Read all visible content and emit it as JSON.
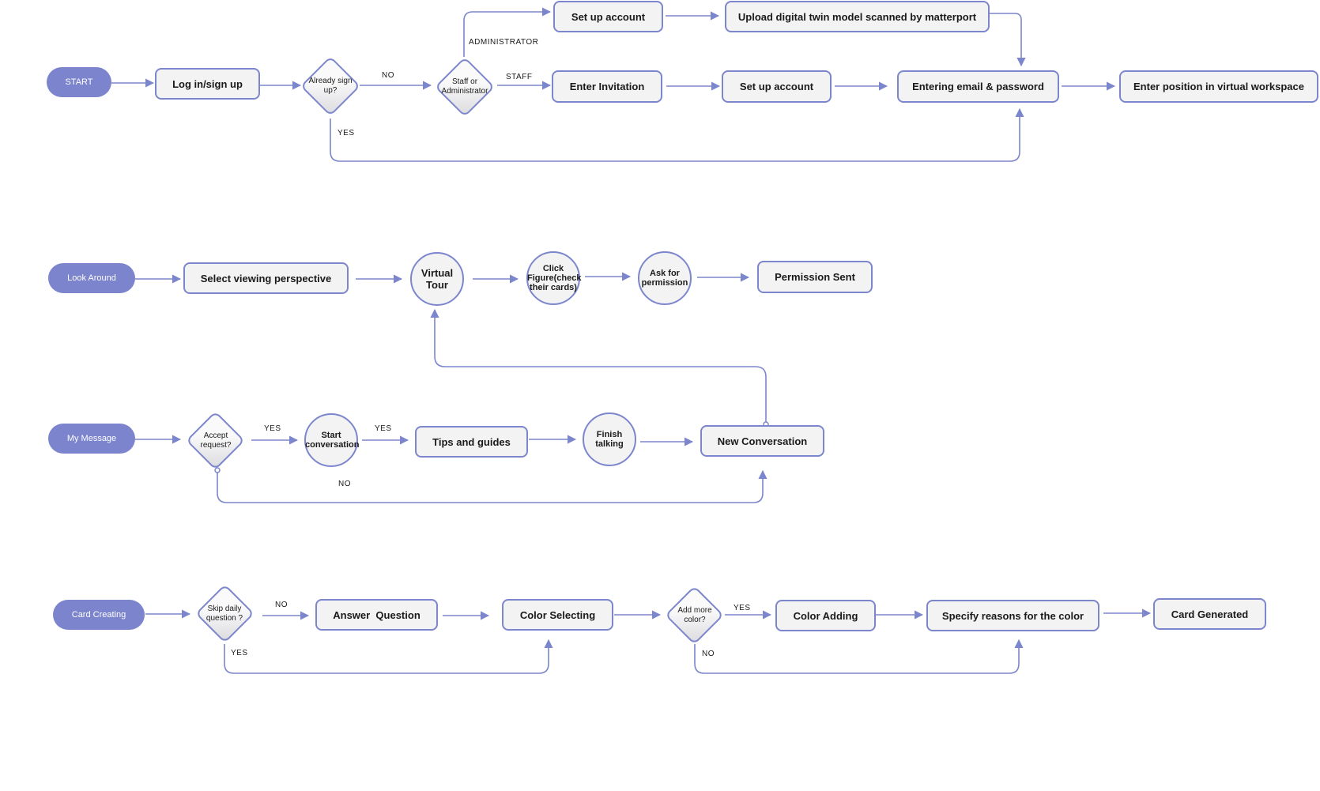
{
  "colors": {
    "accent": "#7b84cc",
    "box_fill": "#f3f3f4",
    "stroke": "#7c86cc"
  },
  "flow1": {
    "start": "START",
    "login": "Log in/sign up",
    "already_signed_up": "Already sign up?",
    "staff_or_admin": "Staff or Administrator",
    "setup_account_admin": "Set up account",
    "upload_model": "Upload digital twin model scanned by matterport",
    "enter_invitation": "Enter Invitation",
    "setup_account_staff": "Set up account",
    "entering_email": "Entering email & password",
    "enter_position": "Enter position in virtual workspace",
    "label_no": "NO",
    "label_yes": "YES",
    "label_staff": "STAFF",
    "label_admin": "ADMINISTRATOR"
  },
  "flow2": {
    "start": "Look Around",
    "select_perspective": "Select viewing perspective",
    "virtual_tour": "Virtual Tour",
    "click_figure": "Click Figure(check their cards)",
    "ask_permission": "Ask for permission",
    "permission_sent": "Permission Sent"
  },
  "flow3": {
    "start": "My Message",
    "accept_request": "Accept request?",
    "start_conversation": "Start conversation",
    "tips_guides": "Tips and guides",
    "finish_talking": "Finish talking",
    "new_conversation": "New Conversation",
    "label_yes1": "YES",
    "label_yes2": "YES",
    "label_no": "NO"
  },
  "flow4": {
    "start": "Card Creating",
    "skip_question": "Skip daily question ?",
    "answer_question": "Answer  Question",
    "color_selecting": "Color Selecting",
    "add_more_color": "Add more color?",
    "color_adding": "Color Adding",
    "specify_reasons": "Specify reasons for the color",
    "card_generated": "Card Generated",
    "label_no1": "NO",
    "label_yes1": "YES",
    "label_yes2": "YES",
    "label_no2": "NO"
  }
}
